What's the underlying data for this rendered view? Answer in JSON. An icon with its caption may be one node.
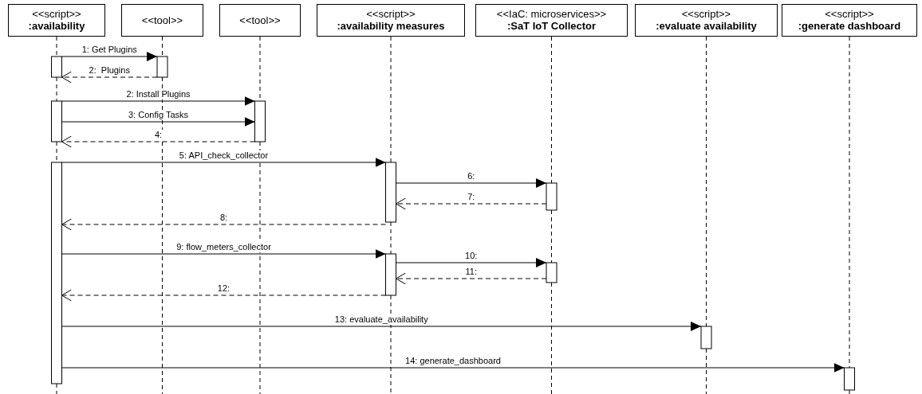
{
  "diagram": {
    "nodes": [
      {
        "text": [
          "<<script>>",
          ":availability"
        ]
      },
      {
        "text": [
          "<<tool>>"
        ]
      },
      {
        "text": [
          "<<tool>>"
        ]
      },
      {
        "text": [
          "<<script>>",
          ":availability measures"
        ]
      },
      {
        "text": [
          "<<IaC: microservices>>",
          ":SaT IoT Collector"
        ]
      },
      {
        "text": [
          "<<script>>",
          ":evaluate availability"
        ]
      },
      {
        "text": [
          "<<script>>",
          ":generate dashboard"
        ]
      },
      {
        "text": [],
        "shape": "bar"
      },
      {
        "text": [],
        "shape": "bar"
      },
      {
        "text": [],
        "shape": "bar"
      },
      {
        "text": [],
        "shape": "bar"
      },
      {
        "text": [],
        "shape": "bar"
      },
      {
        "text": [],
        "shape": "bar"
      },
      {
        "text": [],
        "shape": "bar"
      },
      {
        "text": [],
        "shape": "bar"
      },
      {
        "text": [],
        "shape": "bar"
      },
      {
        "text": [],
        "shape": "bar"
      },
      {
        "text": [],
        "shape": "bar"
      }
    ],
    "edges": [
      {
        "from": 7,
        "to": 8,
        "arrow": "to",
        "label": "1: Get Plugins"
      },
      {
        "from": 8,
        "to": 7,
        "arrow": "to",
        "label": "2:  Plugins",
        "style": "dashed"
      },
      {
        "from": 9,
        "to": 10,
        "arrow": "to",
        "label": "2: Install Plugins"
      },
      {
        "from": 9,
        "to": 10,
        "arrow": "to",
        "label": "3: Config Tasks"
      },
      {
        "from": 10,
        "to": 9,
        "arrow": "to",
        "label": "4:",
        "style": "dashed"
      },
      {
        "from": 11,
        "to": 12,
        "arrow": "to",
        "label": "5: API_check_collector"
      },
      {
        "from": 12,
        "to": 13,
        "arrow": "to",
        "label": "6:"
      },
      {
        "from": 13,
        "to": 12,
        "arrow": "to",
        "label": "7:",
        "style": "dashed"
      },
      {
        "from": 12,
        "to": 11,
        "arrow": "to",
        "label": "8:",
        "style": "dashed"
      },
      {
        "from": 11,
        "to": 14,
        "arrow": "to",
        "label": "9: flow_meters_collector"
      },
      {
        "from": 14,
        "to": 15,
        "arrow": "to",
        "label": "10:"
      },
      {
        "from": 15,
        "to": 14,
        "arrow": "to",
        "label": "11:",
        "style": "dashed"
      },
      {
        "from": 14,
        "to": 11,
        "arrow": "to",
        "label": "12:",
        "style": "dashed"
      },
      {
        "from": 11,
        "to": 16,
        "arrow": "to",
        "label": "13: evaluate_availability"
      },
      {
        "from": 11,
        "to": 17,
        "arrow": "to",
        "label": "14: generate_dashboard"
      },
      {
        "from": 0,
        "to": 7,
        "arrow": "none",
        "style": "dashed"
      },
      {
        "from": 7,
        "to": 9,
        "arrow": "none",
        "style": "dashed"
      },
      {
        "from": 9,
        "to": 11,
        "arrow": "none",
        "style": "dashed"
      },
      {
        "from": 11,
        "to": null,
        "arrow": "none",
        "style": "dashed"
      },
      {
        "from": 1,
        "to": 8,
        "arrow": "none",
        "style": "dashed"
      },
      {
        "from": 8,
        "to": null,
        "arrow": "none",
        "style": "dashed"
      },
      {
        "from": 2,
        "to": 10,
        "arrow": "none",
        "style": "dashed"
      },
      {
        "from": 10,
        "to": null,
        "arrow": "none",
        "style": "dashed"
      },
      {
        "from": 3,
        "to": 12,
        "arrow": "none",
        "style": "dashed"
      },
      {
        "from": 12,
        "to": 14,
        "arrow": "none",
        "style": "dashed"
      },
      {
        "from": 14,
        "to": null,
        "arrow": "none",
        "style": "dashed"
      },
      {
        "from": 4,
        "to": 13,
        "arrow": "none",
        "style": "dashed"
      },
      {
        "from": 13,
        "to": 15,
        "arrow": "none",
        "style": "dashed"
      },
      {
        "from": 15,
        "to": null,
        "arrow": "none",
        "style": "dashed"
      },
      {
        "from": 5,
        "to": 16,
        "arrow": "none",
        "style": "dashed"
      },
      {
        "from": 16,
        "to": null,
        "arrow": "none",
        "style": "dashed"
      },
      {
        "from": 6,
        "to": 17,
        "arrow": "none",
        "style": "dashed"
      },
      {
        "from": 17,
        "to": null,
        "arrow": "none",
        "style": "dashed"
      }
    ]
  }
}
